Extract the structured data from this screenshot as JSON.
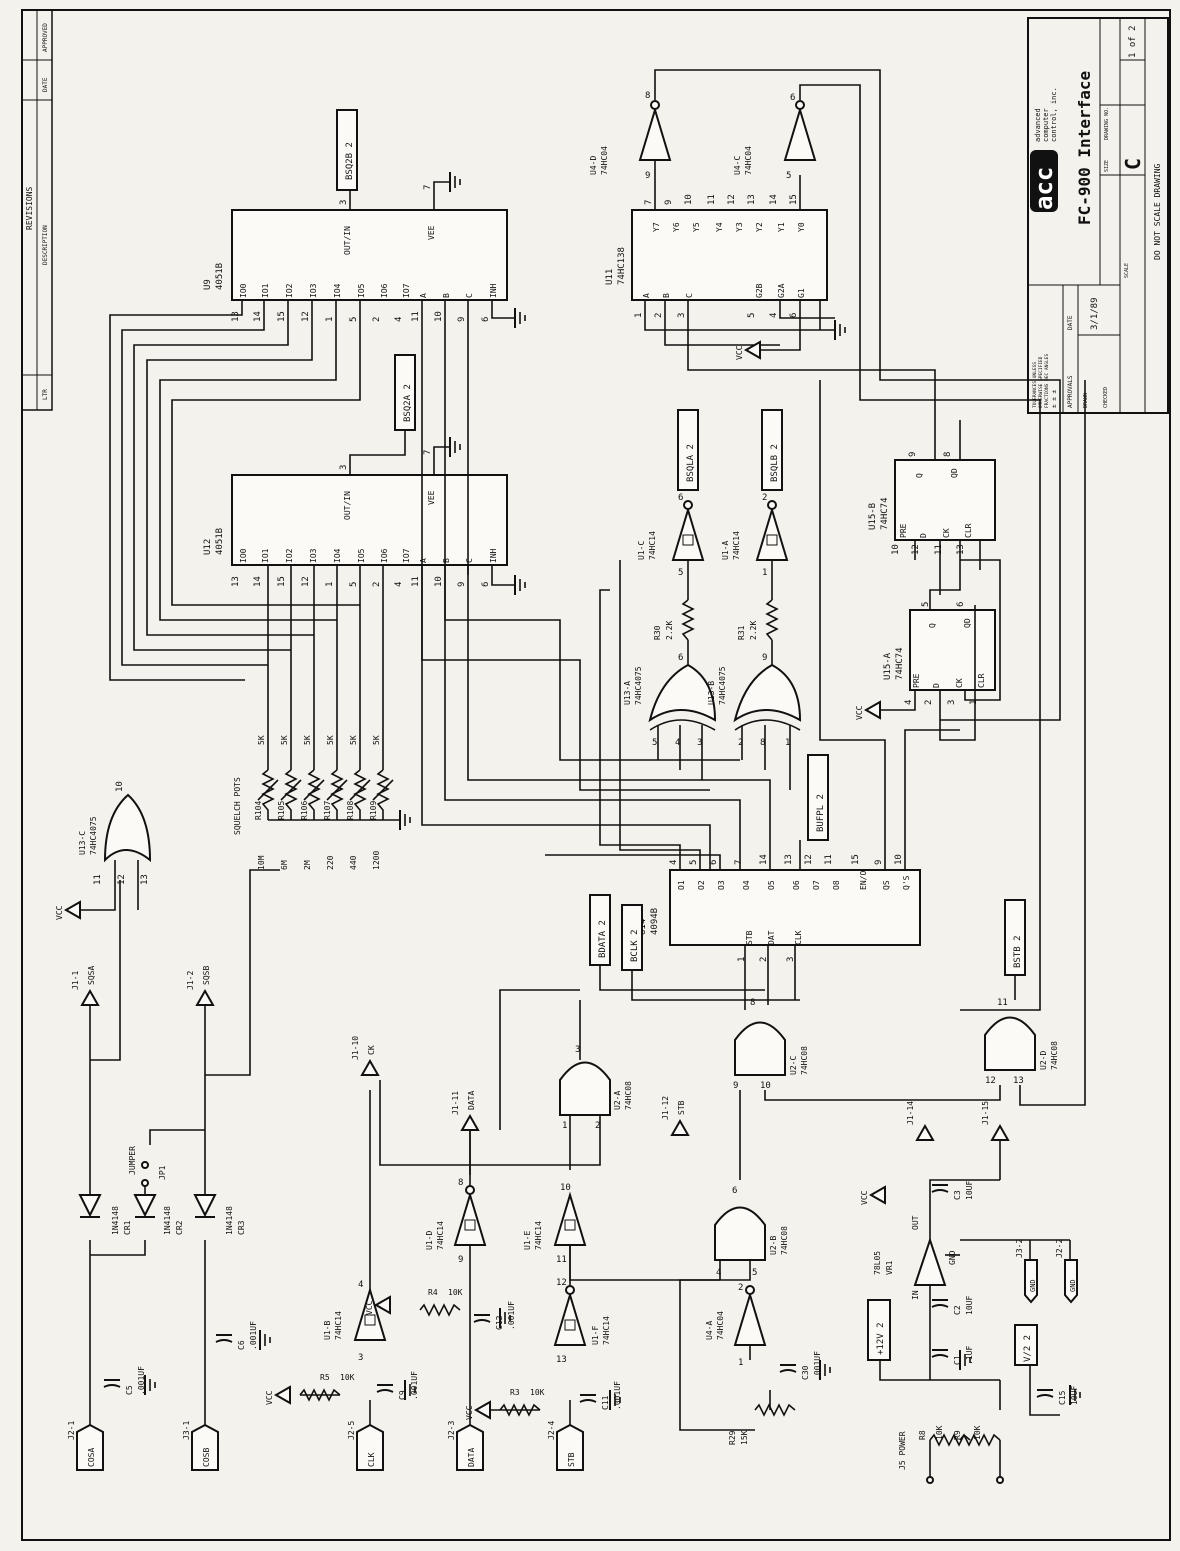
{
  "title_block": {
    "company_logo": "acc",
    "company_name_lines": [
      "advanced",
      "computer",
      "control, inc."
    ],
    "title": "FC-900 Interface",
    "size_label": "SIZE",
    "size": "C",
    "drawing_no_label": "DRAWING NO.",
    "scale_label": "SCALE",
    "sheet": "1 of 2",
    "do_not_scale": "DO NOT SCALE DRAWING",
    "tolerances_lines": [
      "TOLERANCES UNLESS",
      "OTHERWISE SPECIFIED",
      "FRACTIONS  DEC  ANGLES",
      "±    ±    ±"
    ],
    "approvals_label": "APPROVALS",
    "date_label": "DATE",
    "drawn_label": "DRAWN",
    "checked_label": "CHECKED",
    "date": "3/1/89"
  },
  "revisions": {
    "title": "REVISIONS",
    "columns": [
      "LTR",
      "DESCRIPTION",
      "DATE",
      "APPROVED"
    ]
  },
  "chips": [
    {
      "ref": "U9",
      "part": "4051B",
      "pins_left": [
        "IO0",
        "IO1",
        "IO2",
        "IO3",
        "IO4",
        "IO5",
        "IO6",
        "IO7",
        "A",
        "B",
        "C",
        "INH"
      ],
      "pin_nums": [
        "13",
        "14",
        "15",
        "12",
        "1",
        "5",
        "2",
        "4",
        "11",
        "10",
        "9",
        "6"
      ],
      "out": "OUT/IN",
      "vee": "VEE"
    },
    {
      "ref": "U12",
      "part": "4051B",
      "pins_left": [
        "IO0",
        "IO1",
        "IO2",
        "IO3",
        "IO4",
        "IO5",
        "IO6",
        "IO7",
        "A",
        "B",
        "C",
        "INH"
      ],
      "pin_nums": [
        "13",
        "14",
        "15",
        "12",
        "1",
        "5",
        "2",
        "4",
        "11",
        "10",
        "9",
        "6"
      ],
      "out": "OUT/IN",
      "vee": "VEE"
    },
    {
      "ref": "U11",
      "part": "74HC138",
      "outs": [
        "Y7",
        "Y6",
        "Y5",
        "Y4",
        "Y3",
        "Y2",
        "Y1",
        "Y0"
      ],
      "out_nums": [
        "7",
        "9",
        "10",
        "11",
        "12",
        "13",
        "14",
        "15"
      ],
      "ins": [
        "A",
        "B",
        "C",
        "G2B",
        "G2A",
        "G1"
      ],
      "in_nums": [
        "1",
        "2",
        "3",
        "5",
        "4",
        "6"
      ]
    },
    {
      "ref": "U14",
      "part": "4094B",
      "outs": [
        "O1",
        "O2",
        "O3",
        "O4",
        "O5",
        "O6",
        "O7",
        "O8",
        "EN/O",
        "QS",
        "Q'S"
      ],
      "out_nums": [
        "4",
        "5",
        "6",
        "7",
        "14",
        "13",
        "12",
        "11",
        "15",
        "9",
        "10"
      ],
      "ins": [
        "STB",
        "DAT",
        "CLK"
      ],
      "in_nums": [
        "1",
        "2",
        "3"
      ]
    },
    {
      "ref": "U15-A",
      "part": "74HC74",
      "pins": [
        "PRE",
        "D",
        "CK",
        "CLR",
        "Q",
        "QD"
      ],
      "pin_nums": [
        "4",
        "2",
        "3",
        "1",
        "5",
        "6"
      ]
    },
    {
      "ref": "U15-B",
      "part": "74HC74",
      "pins": [
        "PRE",
        "D",
        "CK",
        "CLR",
        "Q",
        "QD"
      ],
      "pin_nums": [
        "10",
        "12",
        "11",
        "13",
        "9",
        "8"
      ]
    }
  ],
  "gates": [
    {
      "ref": "U4-D",
      "part": "74HC04",
      "pins": [
        "9",
        "8"
      ]
    },
    {
      "ref": "U4-C",
      "part": "74HC04",
      "pins": [
        "5",
        "6"
      ]
    },
    {
      "ref": "U4-A",
      "part": "74HC04",
      "pins": [
        "1",
        "2"
      ]
    },
    {
      "ref": "U1-C",
      "part": "74HC14",
      "pins": [
        "5",
        "6"
      ]
    },
    {
      "ref": "U1-A",
      "part": "74HC14",
      "pins": [
        "1",
        "2"
      ]
    },
    {
      "ref": "U1-B",
      "part": "74HC14",
      "pins": [
        "3",
        "4"
      ]
    },
    {
      "ref": "U1-D",
      "part": "74HC14",
      "pins": [
        "9",
        "8"
      ]
    },
    {
      "ref": "U1-E",
      "part": "74HC14",
      "pins": [
        "11",
        "10"
      ]
    },
    {
      "ref": "U1-F",
      "part": "74HC14",
      "pins": [
        "13",
        "12"
      ]
    },
    {
      "ref": "U13-A",
      "part": "74HC4075",
      "pins": [
        "5",
        "4",
        "3",
        "6"
      ]
    },
    {
      "ref": "U13-B",
      "part": "74HC4075",
      "pins": [
        "2",
        "8",
        "1",
        "9"
      ]
    },
    {
      "ref": "U13-C",
      "part": "74HC4075",
      "pins": [
        "11",
        "12",
        "13",
        "10"
      ]
    },
    {
      "ref": "U2-A",
      "part": "74HC08",
      "pins": [
        "1",
        "2",
        "3"
      ]
    },
    {
      "ref": "U2-B",
      "part": "74HC08",
      "pins": [
        "4",
        "5",
        "6"
      ]
    },
    {
      "ref": "U2-C",
      "part": "74HC08",
      "pins": [
        "9",
        "10",
        "8"
      ]
    },
    {
      "ref": "U2-D",
      "part": "74HC08",
      "pins": [
        "12",
        "13",
        "11"
      ]
    }
  ],
  "offpage": [
    "BSQ2B 2",
    "BSQ2A 2",
    "BSQLA 2",
    "BSQLB 2",
    "BUFPL 2",
    "BDATA 2",
    "BCLK 2",
    "BSTB 2",
    "+12V 2",
    "V/2 2"
  ],
  "squelch": {
    "label": "SQUELCH POTS",
    "pots": [
      {
        "ref": "R104",
        "val": "5K",
        "freq": "10M"
      },
      {
        "ref": "R105",
        "val": "5K",
        "freq": "6M"
      },
      {
        "ref": "R106",
        "val": "5K",
        "freq": "2M"
      },
      {
        "ref": "R107",
        "val": "5K",
        "freq": "220"
      },
      {
        "ref": "R108",
        "val": "5K",
        "freq": "440"
      },
      {
        "ref": "R109",
        "val": "5K",
        "freq": "1200"
      }
    ]
  },
  "resistors": [
    {
      "ref": "R30",
      "val": "2.2K"
    },
    {
      "ref": "R31",
      "val": "2.2K"
    },
    {
      "ref": "R5",
      "val": "10K"
    },
    {
      "ref": "R4",
      "val": "10K"
    },
    {
      "ref": "R3",
      "val": "10K"
    },
    {
      "ref": "R29",
      "val": "15K"
    },
    {
      "ref": "R8",
      "val": "10K"
    },
    {
      "ref": "R9",
      "val": "10K"
    }
  ],
  "capacitors": [
    {
      "ref": "C5",
      "val": ".001UF"
    },
    {
      "ref": "C6",
      "val": ".001UF"
    },
    {
      "ref": "C9",
      "val": ".001UF"
    },
    {
      "ref": "C12",
      "val": ".001UF"
    },
    {
      "ref": "C11",
      "val": ".001UF"
    },
    {
      "ref": "C30",
      "val": ".001UF"
    },
    {
      "ref": "C1",
      "val": ".1UF"
    },
    {
      "ref": "C2",
      "val": "10UF"
    },
    {
      "ref": "C3",
      "val": "10UF"
    },
    {
      "ref": "C15",
      "val": "10UF"
    }
  ],
  "diodes": [
    {
      "ref": "CR1",
      "part": "1N4148"
    },
    {
      "ref": "CR2",
      "part": "1N4148"
    },
    {
      "ref": "CR3",
      "part": "1N4148"
    }
  ],
  "jumper": {
    "ref": "JP1",
    "label": "JUMPER"
  },
  "regulator": {
    "ref": "VR1",
    "part": "78L05",
    "in": "IN",
    "out": "OUT",
    "gnd": "GND"
  },
  "connectors_in": [
    "COSA",
    "COSB",
    "CLK",
    "DATA",
    "STB"
  ],
  "connector_pins_in": [
    "J2-1",
    "J3-1",
    "J2-5",
    "J2-3",
    "J2-4"
  ],
  "connectors_out": [
    {
      "pin": "J1-1",
      "sig": "SQSA"
    },
    {
      "pin": "J1-2",
      "sig": "SQSB"
    },
    {
      "pin": "J1-10",
      "sig": "CK"
    },
    {
      "pin": "J1-11",
      "sig": "DATA"
    },
    {
      "pin": "J1-12",
      "sig": "STB"
    },
    {
      "pin": "J1-14",
      "sig": ""
    },
    {
      "pin": "J1-15",
      "sig": ""
    }
  ],
  "gnd_ports": [
    {
      "pin": "J3-2",
      "sig": "GND"
    },
    {
      "pin": "J2-2",
      "sig": "GND"
    }
  ],
  "power": {
    "vcc": "VCC",
    "j5": "J5 POWER"
  }
}
